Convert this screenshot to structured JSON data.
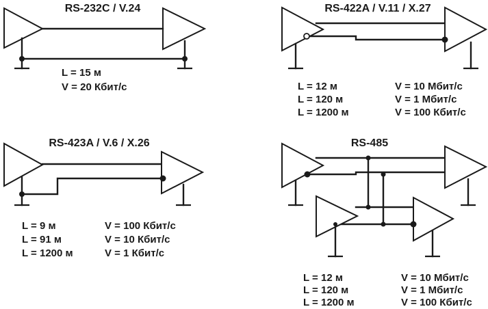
{
  "diagrams": {
    "rs232": {
      "title": "RS-232C  /  V.24",
      "length": "L = 15 м",
      "speed": "V = 20 Кбит/с"
    },
    "rs422": {
      "title": "RS-422A / V.11 / X.27",
      "rows": [
        {
          "length": "L = 12 м",
          "speed": "V = 10 Мбит/с"
        },
        {
          "length": "L = 120 м",
          "speed": "V = 1 Мбит/с"
        },
        {
          "length": "L = 1200 м",
          "speed": "V = 100 Кбит/с"
        }
      ]
    },
    "rs423": {
      "title": "RS-423A / V.6 / X.26",
      "rows": [
        {
          "length": "L = 9 м",
          "speed": "V = 100 Кбит/с"
        },
        {
          "length": "L = 91 м",
          "speed": "V = 10 Кбит/с"
        },
        {
          "length": "L = 1200 м",
          "speed": "V = 1 Кбит/с"
        }
      ]
    },
    "rs485": {
      "title": "RS-485",
      "rows": [
        {
          "length": "L = 12 м",
          "speed": "V = 10 Мбит/с"
        },
        {
          "length": "L = 120 м",
          "speed": "V = 1 Мбит/с"
        },
        {
          "length": "L = 1200 м",
          "speed": "V = 100 Кбит/с"
        }
      ]
    }
  }
}
